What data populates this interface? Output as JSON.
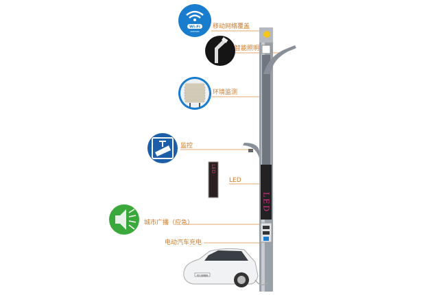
{
  "labels": {
    "wifi": "移动网络覆盖",
    "lighting": "智能照明",
    "environment": "环境监测",
    "surveillance": "监控",
    "led": "LED",
    "broadcast": "城市广播（应急）",
    "ev_charging": "电动汽车充电"
  },
  "led_screen_text": "LED",
  "icons": {
    "wifi_logo_text": "Wi-Fi",
    "wifi_certified_text": "CERTIFIED",
    "car_plate_text": "XX·88888"
  },
  "colors": {
    "label": "#d07a2a",
    "leader_line": "#e8a56a",
    "wifi_badge": "#1a7ccc",
    "surveillance_badge": "#1c5ea8",
    "speaker_badge": "#3aa83a",
    "led_text": "#e0308a",
    "pole": "#8a9099"
  }
}
